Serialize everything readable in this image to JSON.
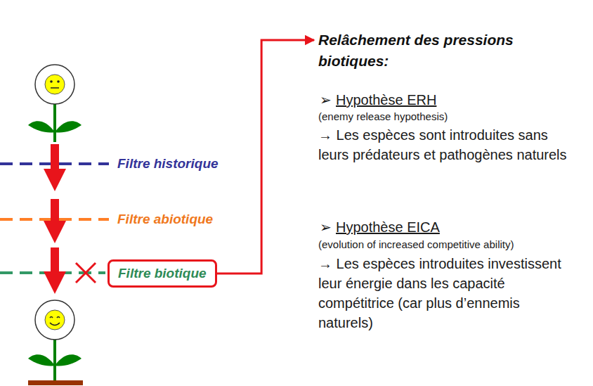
{
  "diagram": {
    "nodes": [
      {
        "text": [
          "Filtre biotique"
        ]
      },
      {
        "text": [
          "Relâchement des pressions biotiques:"
        ]
      }
    ],
    "edges": [
      {
        "from": 0,
        "to": 1,
        "arrow": "to"
      }
    ],
    "labels": [
      "Filtre historique",
      "Filtre abiotique",
      "➢",
      "Hypothèse ERH",
      "(enemy release hypothesis)",
      "→ Les espèces sont introduites sans leurs prédateurs et pathogènes naturels",
      "➢",
      "Hypothèse EICA",
      "(evolution of increased competitive ability)",
      "→ Les espèces introduites investissent leur énergie dans les capacité compétitrice (car plus d’ennemis naturels)"
    ]
  }
}
